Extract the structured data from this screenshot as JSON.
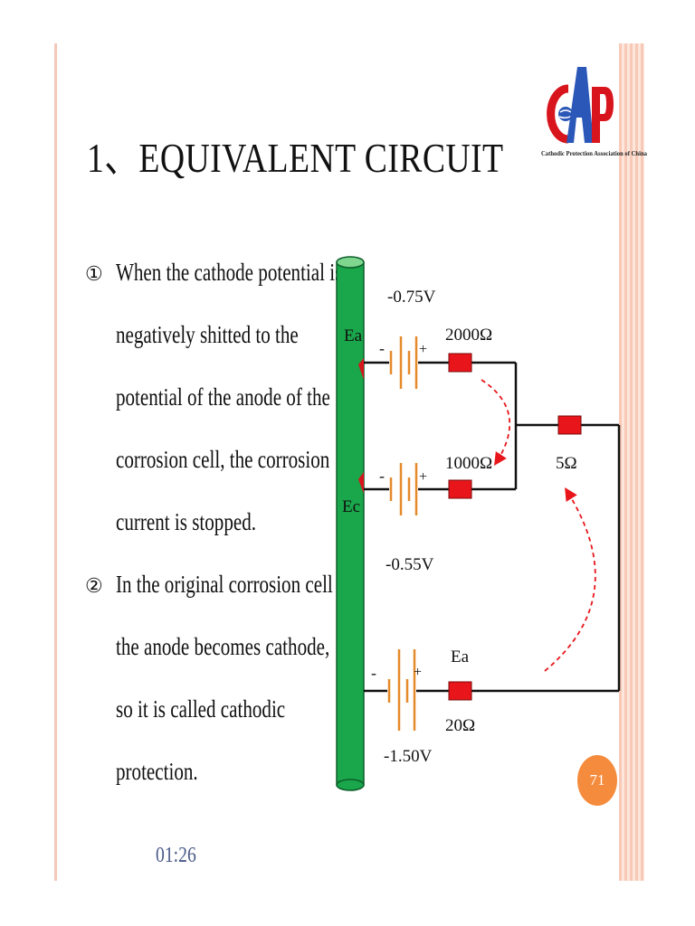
{
  "slide": {
    "title": "1、EQUIVALENT  CIRCUIT",
    "page_number": "71",
    "timestamp": "01:26"
  },
  "logo": {
    "letters": "CAP",
    "tagline": "Cathodic Protection Association of China"
  },
  "bullets": [
    {
      "marker": "①",
      "lines": [
        "When the cathode potential is",
        "negatively shitted to the",
        "potential of the anode of the",
        "corrosion cell, the corrosion",
        "current is stopped."
      ]
    },
    {
      "marker": "②",
      "lines": [
        "In the original corrosion cell",
        "the anode becomes cathode,",
        "so it is called cathodic",
        "protection."
      ]
    }
  ],
  "circuit": {
    "electrode_labels": {
      "ea": "Ea",
      "ec": "Ec",
      "ea_bottom": "Ea"
    },
    "voltages": {
      "top": "-0.75V",
      "middle": "-0.55V",
      "bottom": "-1.50V"
    },
    "resistors": {
      "r_top": "2000Ω",
      "r_middle": "1000Ω",
      "r_shared": "5Ω",
      "r_bottom": "20Ω"
    },
    "polarity": {
      "minus": "-",
      "plus": "+"
    }
  },
  "colors": {
    "electrode_green": "#1aa64a",
    "resistor_red": "#e8161a",
    "battery_orange": "#e58a2a",
    "current_arrow": "#e8161a",
    "badge": "#f58b3c"
  }
}
